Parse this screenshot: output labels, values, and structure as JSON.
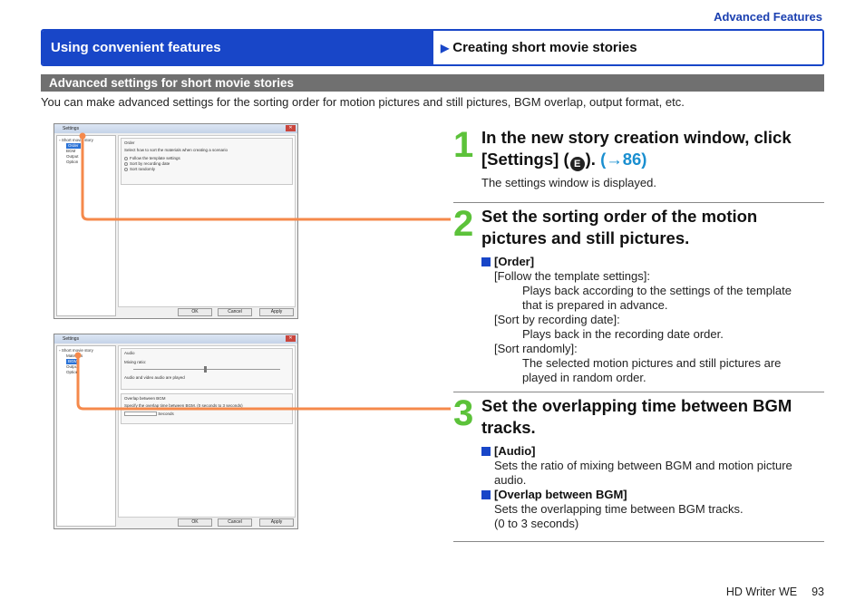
{
  "top_label": "Advanced Features",
  "header": {
    "left": "Using convenient features",
    "right_arrow": "▶",
    "right": "Creating short movie stories"
  },
  "section_title": "Advanced settings for short movie stories",
  "intro": "You can make advanced settings for the sorting order for motion pictures and still pictures, BGM overlap, output format, etc.",
  "screens": {
    "one": {
      "title": "Settings",
      "tree": [
        "Short movie story",
        "Order",
        "BGM",
        "Output",
        "Option"
      ],
      "group_label": "Order",
      "group_text": "Select how to sort the materials when creating a scenario",
      "options": [
        "Follow the template settings",
        "Sort by recording date",
        "Sort randomly"
      ],
      "buttons": [
        "OK",
        "Cancel",
        "Apply"
      ]
    },
    "two": {
      "title": "Settings",
      "tree": [
        "Short movie story",
        "Materials",
        "BGM",
        "Output",
        "Option"
      ],
      "group1_label": "Audio",
      "group1_sub": "Mixing ratio:",
      "group1_text": "Audio and video audio are played",
      "group2_label": "Overlap between BGM",
      "group2_text": "Specify the overlap time between BGM. (0 seconds to 3 seconds)",
      "group2_unit": "Seconds",
      "buttons": [
        "OK",
        "Cancel",
        "Apply"
      ]
    }
  },
  "steps": [
    {
      "num": "1",
      "title_pre": "In the new story creation window, click [Settings] (",
      "icon": "E",
      "title_post": ").",
      "link": "(→86)",
      "body": "The settings window is displayed."
    },
    {
      "num": "2",
      "title": "Set the sorting order of the motion pictures and still pictures.",
      "item": "[Order]",
      "lines": [
        "[Follow the template settings]:",
        "Plays back according to the settings of the template",
        "that is prepared in advance.",
        "[Sort by recording date]:",
        "Plays back in the recording date order.",
        "[Sort randomly]:",
        "The selected motion pictures and still pictures are",
        "played in random order."
      ]
    },
    {
      "num": "3",
      "title": "Set the overlapping time between BGM tracks.",
      "item1": "[Audio]",
      "item1_lines": [
        "Sets the ratio of mixing between BGM and motion picture",
        "audio."
      ],
      "item2": "[Overlap between BGM]",
      "item2_lines": [
        "Sets the overlapping time between BGM tracks.",
        "(0 to 3 seconds)"
      ]
    }
  ],
  "footer": {
    "product": "HD Writer WE",
    "page": "93"
  },
  "colors": {
    "accent_blue": "#1846c8",
    "step_green": "#5cc23a",
    "connector_orange": "#f5894b",
    "link_blue": "#1a8fd0",
    "section_gray": "#707070"
  }
}
